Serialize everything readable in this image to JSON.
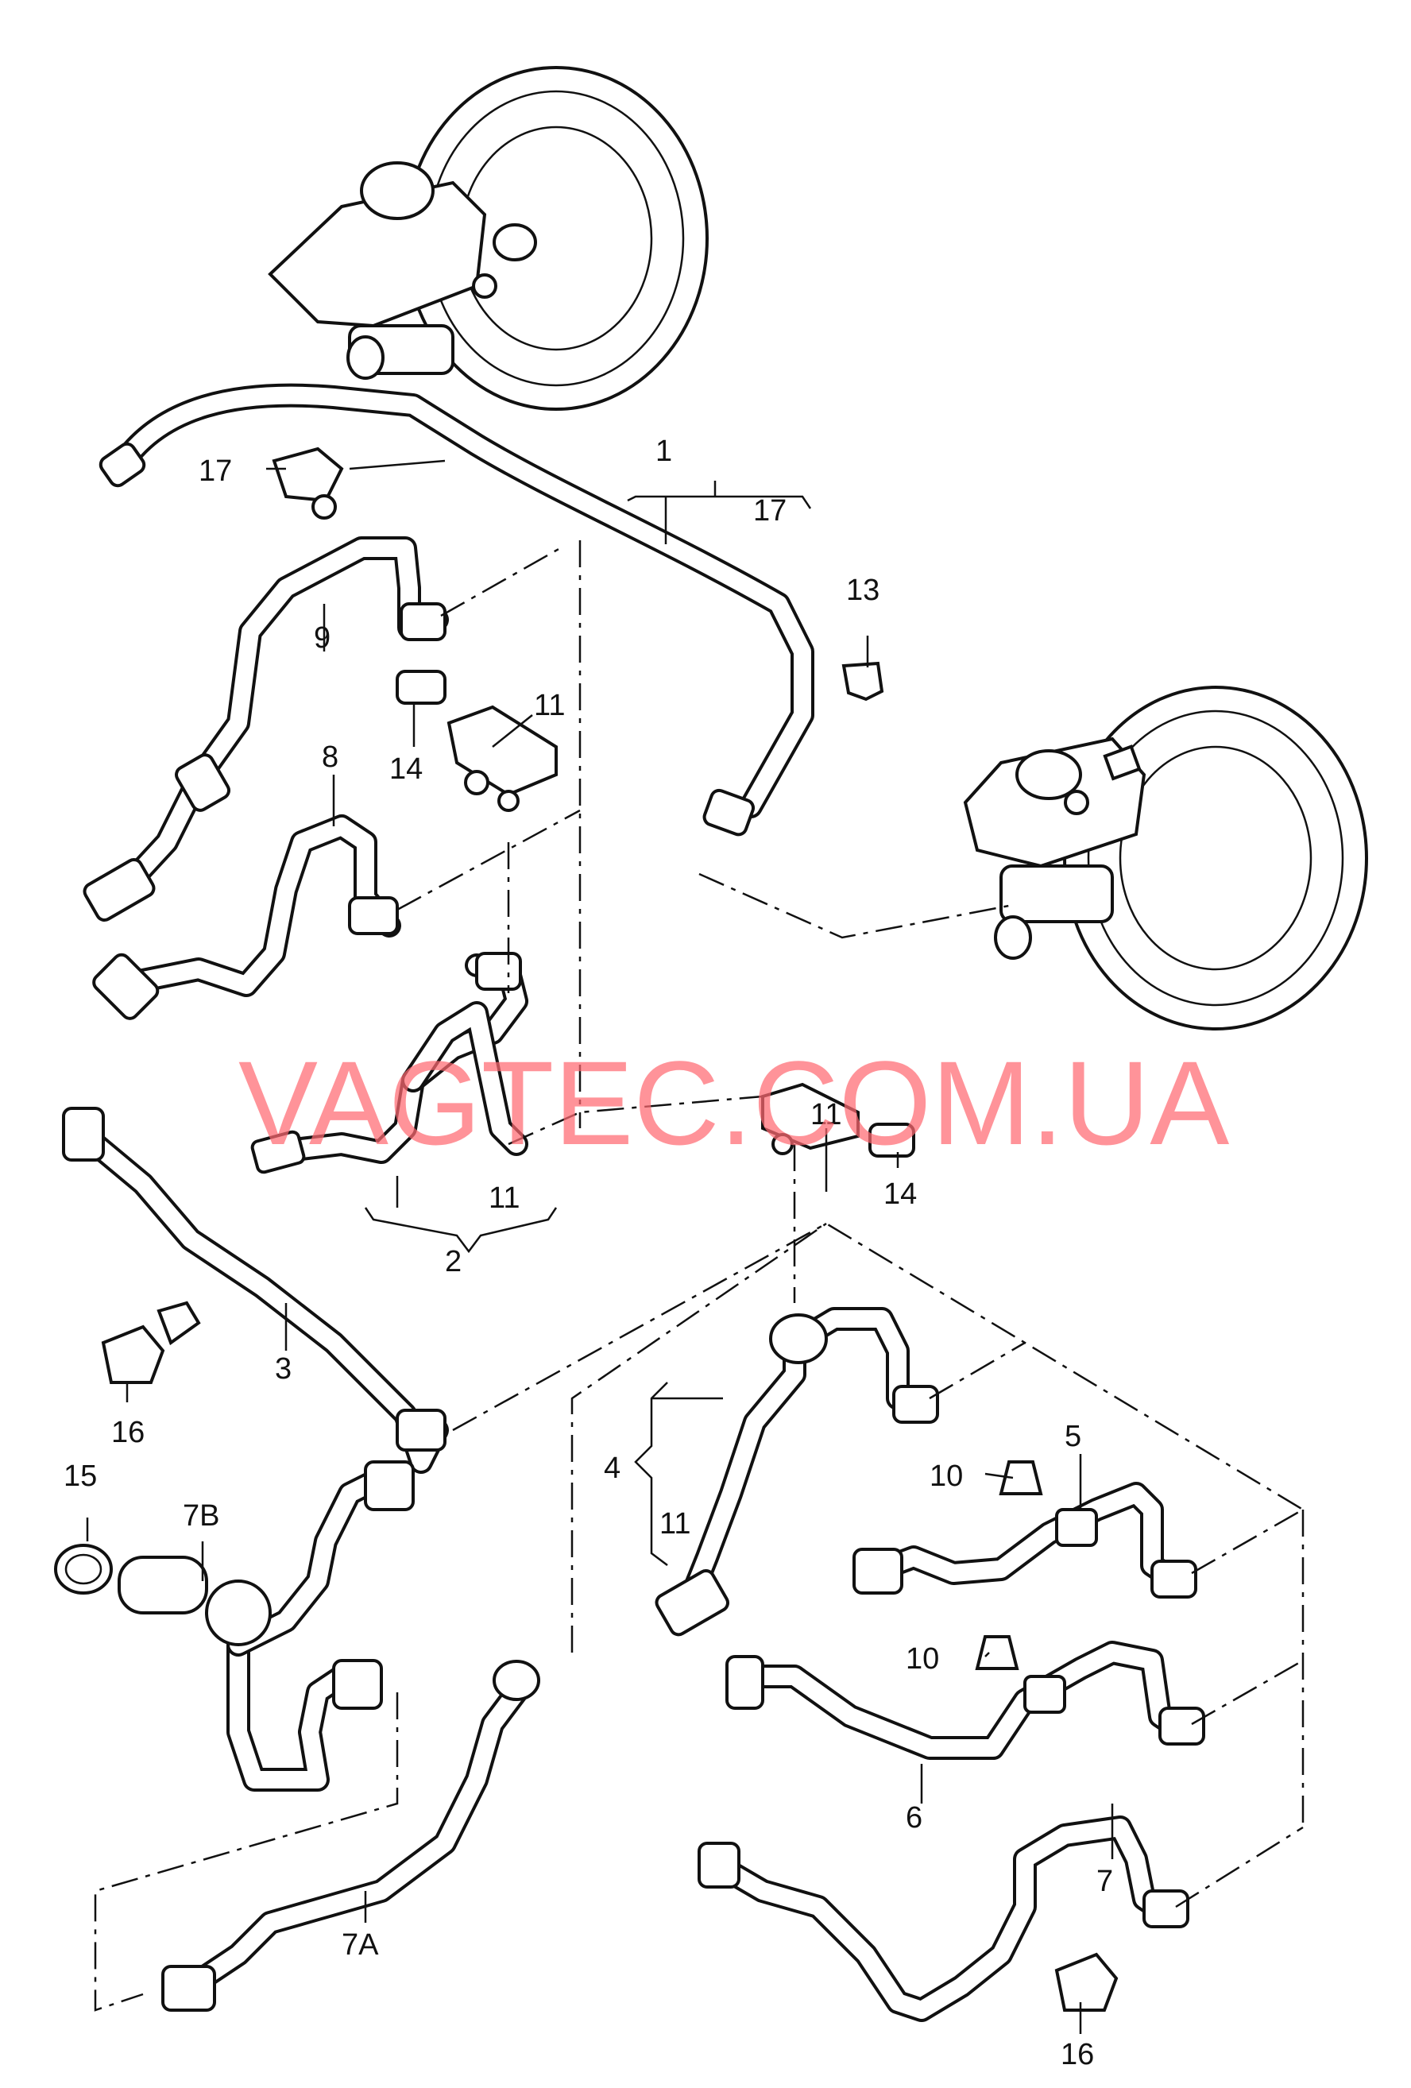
{
  "watermark": "VAGTEC.COM.UA",
  "callouts": {
    "c1": "1",
    "c17a": "17",
    "c17b": "17",
    "c13": "13",
    "c9": "9",
    "c14a": "14",
    "c11a": "11",
    "c8": "8",
    "c11b": "11",
    "c14b": "14",
    "c2": "2",
    "c11c": "11",
    "c3": "3",
    "c16a": "16",
    "c15": "15",
    "c7b": "7B",
    "c4": "4",
    "c11d": "11",
    "c5": "5",
    "c10a": "10",
    "c10b": "10",
    "c6": "6",
    "c7": "7",
    "c7a": "7A",
    "c16b": "16"
  }
}
